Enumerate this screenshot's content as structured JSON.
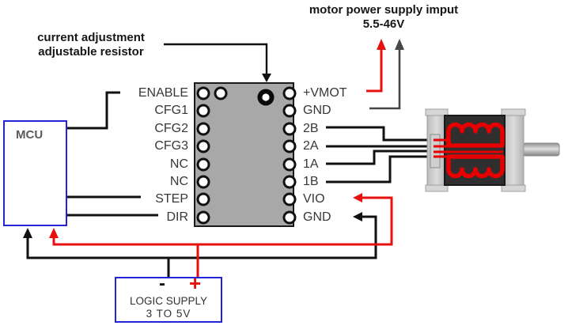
{
  "header": {
    "power_label_line1": "motor power supply imput",
    "power_label_line2": "5.5-46V"
  },
  "annotations": {
    "current_adj_line1": "current adjustment",
    "current_adj_line2": "adjustable resistor"
  },
  "mcu": {
    "label": "MCU"
  },
  "driver_board": {
    "left_pins": [
      "ENABLE",
      "CFG1",
      "CFG2",
      "CFG3",
      "NC",
      "NC",
      "STEP",
      "DIR"
    ],
    "right_pins": [
      "+VMOT",
      "GND",
      "2B",
      "2A",
      "1A",
      "1B",
      "VIO",
      "GND"
    ]
  },
  "logic_supply": {
    "minus_sign": "-",
    "plus_sign": "+",
    "name": "LOGIC SUPPLY",
    "range": "3 TO  5V"
  },
  "colors": {
    "wire_black": "#111111",
    "wire_red": "#e80f0f",
    "wire_gray": "#474747",
    "box_blue": "#2323d7",
    "chip_fill": "#a8a8a8",
    "chip_border": "#1a1a1a",
    "coil_red": "#e60000",
    "motor_body": "#2f2f2f",
    "motor_flange": "#c9c9c9"
  }
}
